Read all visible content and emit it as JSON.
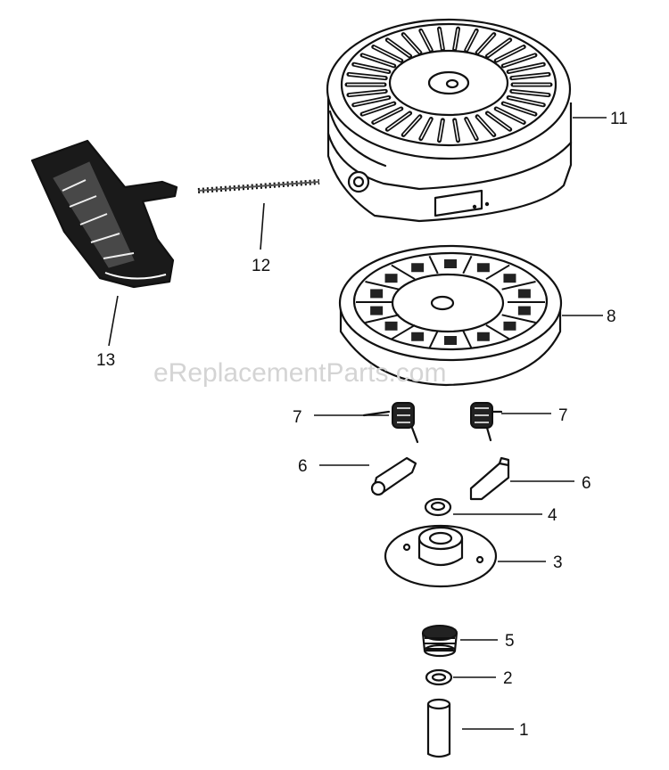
{
  "watermark": "eReplacementParts.com",
  "parts": [
    {
      "id": "p11",
      "label": "11",
      "name": "housing"
    },
    {
      "id": "p12",
      "label": "12",
      "name": "starter rope"
    },
    {
      "id": "p13",
      "label": "13",
      "name": "starter handle"
    },
    {
      "id": "p8",
      "label": "8",
      "name": "pulley"
    },
    {
      "id": "p7a",
      "label": "7",
      "name": "spring (left)"
    },
    {
      "id": "p7b",
      "label": "7",
      "name": "spring (right)"
    },
    {
      "id": "p6a",
      "label": "6",
      "name": "pawl (left)"
    },
    {
      "id": "p6b",
      "label": "6",
      "name": "pawl (right)"
    },
    {
      "id": "p4",
      "label": "4",
      "name": "washer"
    },
    {
      "id": "p3",
      "label": "3",
      "name": "retainer"
    },
    {
      "id": "p5",
      "label": "5",
      "name": "spring"
    },
    {
      "id": "p2",
      "label": "2",
      "name": "washer"
    },
    {
      "id": "p1",
      "label": "1",
      "name": "pin"
    }
  ]
}
